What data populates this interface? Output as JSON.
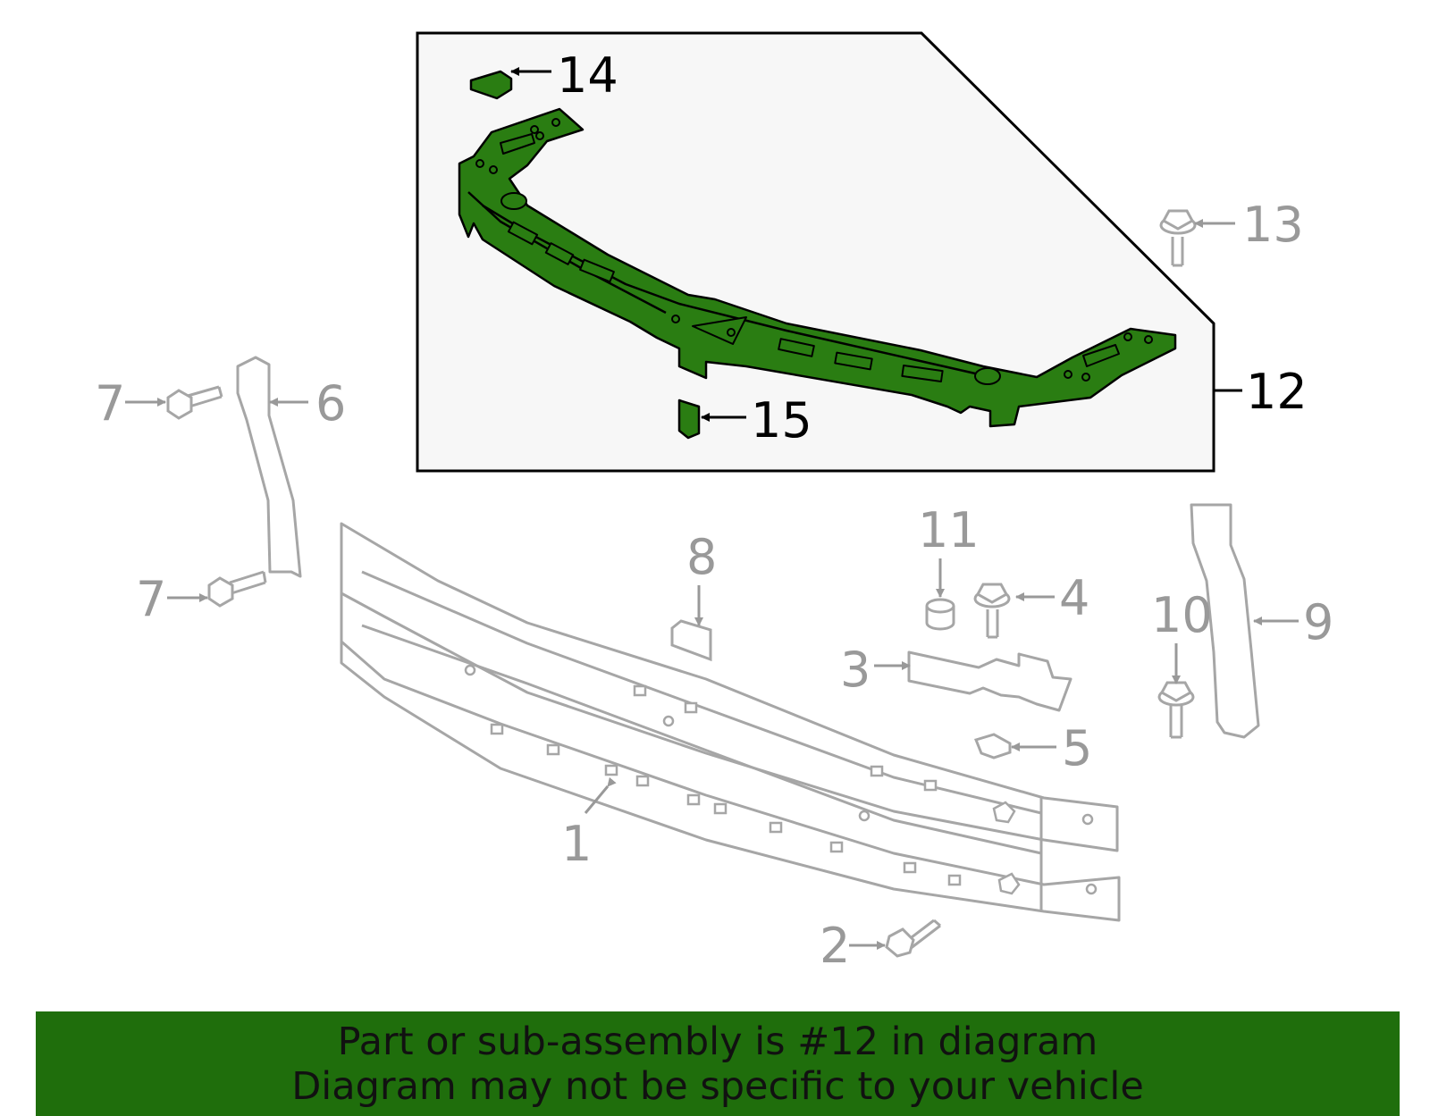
{
  "callouts": {
    "c1": "1",
    "c2": "2",
    "c3": "3",
    "c4": "4",
    "c5": "5",
    "c6": "6",
    "c7a": "7",
    "c7b": "7",
    "c8": "8",
    "c9": "9",
    "c10": "10",
    "c11": "11",
    "c12": "12",
    "c13": "13",
    "c14": "14",
    "c15": "15"
  },
  "banner": {
    "line1": "Part or sub-assembly is #12 in diagram",
    "line2": "Diagram may not be specific to your vehicle"
  },
  "colors": {
    "highlight": "#2a7d12",
    "outline_gray": "#a6a6a6",
    "banner_bg": "#1f6e0c",
    "inset_bg": "#f7f7f7"
  }
}
